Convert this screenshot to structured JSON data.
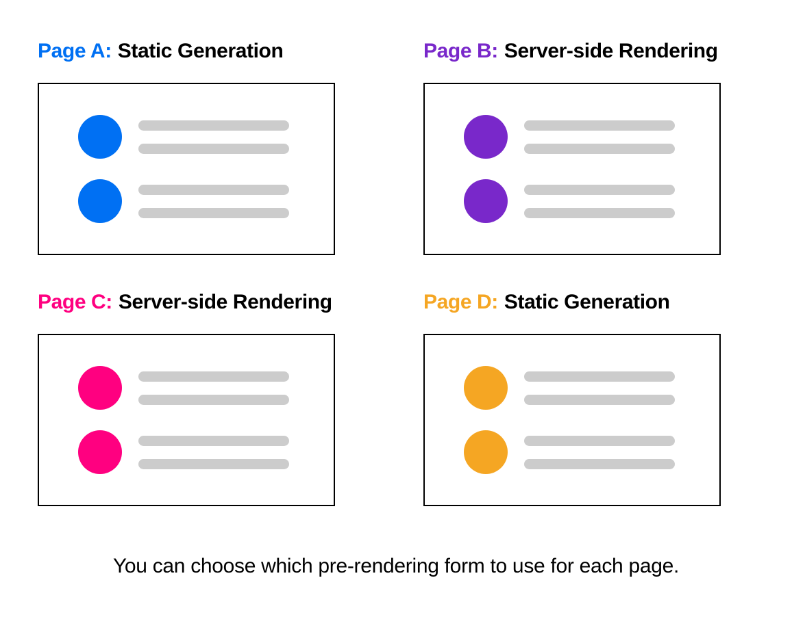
{
  "figure": {
    "panels": [
      {
        "page_label": "Page A:",
        "rendering_method": "Static Generation",
        "accent_color": "#0070f3"
      },
      {
        "page_label": "Page B:",
        "rendering_method": "Server-side Rendering",
        "accent_color": "#7928ca"
      },
      {
        "page_label": "Page C:",
        "rendering_method": "Server-side Rendering",
        "accent_color": "#ff0080"
      },
      {
        "page_label": "Page D:",
        "rendering_method": "Static Generation",
        "accent_color": "#f5a623"
      }
    ],
    "caption": "You can choose which pre-rendering form to use for each page.",
    "colors": {
      "background": "#ffffff",
      "card_border": "#000000",
      "placeholder_bar": "#cccccc",
      "method_text": "#000000",
      "caption_text": "#000000"
    }
  }
}
